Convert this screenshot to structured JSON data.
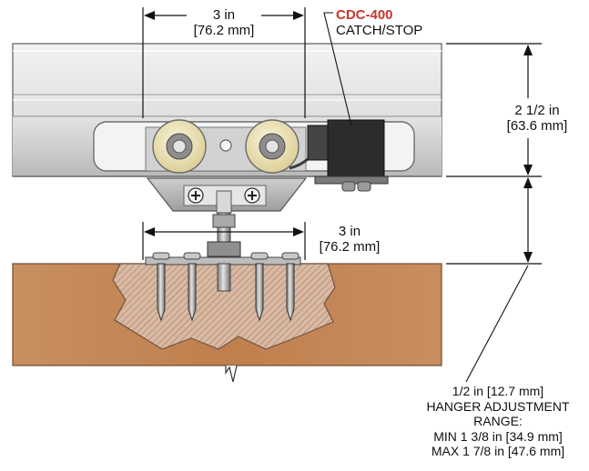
{
  "colors": {
    "callout_accent": "#c8372d",
    "track_aluminum": "#dedede",
    "wood": "#c58a5a",
    "wheel_tire": "#f1e7bd",
    "catch_block": "#2a2a2a",
    "dimension_lines": "#111111"
  },
  "dimensions": {
    "top_width": {
      "imperial": "3 in",
      "metric": "[76.2 mm]"
    },
    "track_height": {
      "imperial": "2 1/2 in",
      "metric": "[63.6 mm]"
    },
    "mount_width": {
      "imperial": "3 in",
      "metric": "[76.2 mm]"
    }
  },
  "callout": {
    "part_number": "CDC-400",
    "part_name": "CATCH/STOP"
  },
  "adjustment": {
    "lines": [
      "1/2 in [12.7 mm]",
      "HANGER ADJUSTMENT",
      "RANGE:",
      "MIN 1 3/8 in [34.9 mm]",
      "MAX 1 7/8 in [47.6 mm]"
    ]
  },
  "icons": {
    "wheel_left": "roller-wheel-icon",
    "wheel_right": "roller-wheel-icon",
    "screw": "phillips-screw-icon"
  }
}
